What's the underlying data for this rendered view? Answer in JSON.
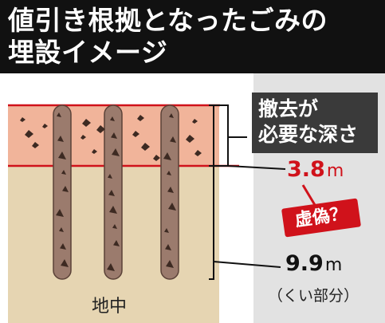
{
  "title": {
    "line1": "値引き根拠となったごみの",
    "line2": "埋設イメージ"
  },
  "callout": {
    "required_line1": "撤去が",
    "required_line2": "必要な深さ",
    "depth_waste_value": "3.8",
    "depth_waste_unit": "m",
    "false_badge": "虚偽？",
    "depth_pile_value": "9.9",
    "depth_pile_unit": "m",
    "pile_note": "（くい部分）"
  },
  "ground_label": "地中",
  "colors": {
    "waste_layer": "#f1b49a",
    "soil": "#e6d5b2",
    "pile": "#9b7b6d",
    "red": "#d0121b",
    "side_panel": "#e2e2e2"
  }
}
